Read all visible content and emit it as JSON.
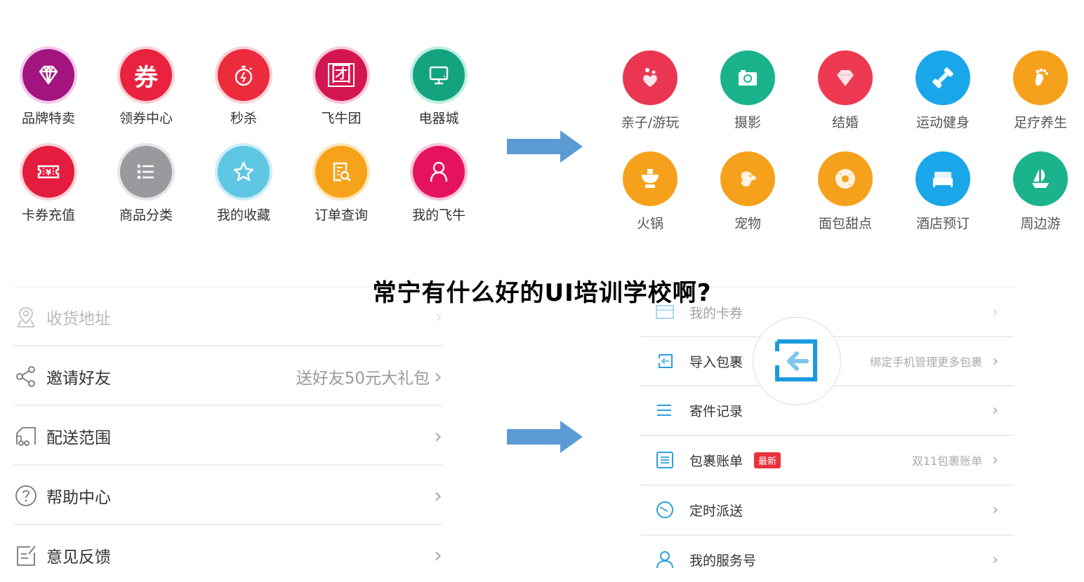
{
  "title": "常宁有什么好的UI培训学校啊?",
  "top_left_grid": {
    "row1": [
      {
        "label": "品牌特卖",
        "icon": "diamond-icon",
        "color": "#a3147e"
      },
      {
        "label": "领券中心",
        "icon": "coupon-char-icon",
        "color": "#e8223f",
        "glyph": "券"
      },
      {
        "label": "秒杀",
        "icon": "stopwatch-icon",
        "color": "#ec2b3c"
      },
      {
        "label": "飞牛团",
        "icon": "group-char-icon",
        "color": "#d41650",
        "glyph": "团"
      },
      {
        "label": "电器城",
        "icon": "monitor-icon",
        "color": "#14a37f"
      }
    ],
    "row2": [
      {
        "label": "卡券充值",
        "icon": "ticket-icon",
        "color": "#e41c3e"
      },
      {
        "label": "商品分类",
        "icon": "list-icon",
        "color": "#9a9a9e"
      },
      {
        "label": "我的收藏",
        "icon": "star-icon",
        "color": "#5fc6e4"
      },
      {
        "label": "订单查询",
        "icon": "order-search-icon",
        "color": "#f6a31b"
      },
      {
        "label": "我的飞牛",
        "icon": "user-icon",
        "color": "#e5135f"
      }
    ]
  },
  "top_right_grid": {
    "row1": [
      {
        "label": "亲子/游玩",
        "icon": "family-icon",
        "color": "#ea3651"
      },
      {
        "label": "摄影",
        "icon": "camera-icon",
        "color": "#1bb38c"
      },
      {
        "label": "结婚",
        "icon": "gem-icon",
        "color": "#ed3a52"
      },
      {
        "label": "运动健身",
        "icon": "dumbbell-icon",
        "color": "#1aa7ea"
      },
      {
        "label": "足疗养生",
        "icon": "foot-icon",
        "color": "#f6a11b"
      }
    ],
    "row2": [
      {
        "label": "火锅",
        "icon": "hotpot-icon",
        "color": "#f6a11b"
      },
      {
        "label": "宠物",
        "icon": "dog-icon",
        "color": "#f6a11b"
      },
      {
        "label": "面包甜点",
        "icon": "donut-icon",
        "color": "#f6a11b"
      },
      {
        "label": "酒店预订",
        "icon": "bed-icon",
        "color": "#1aa7ea"
      },
      {
        "label": "周边游",
        "icon": "sailboat-icon",
        "color": "#1bb38c"
      }
    ]
  },
  "bottom_left_list": [
    {
      "label": "收货地址",
      "icon": "location-pin-icon",
      "right": "",
      "faded": true
    },
    {
      "label": "邀请好友",
      "icon": "share-icon",
      "right": "送好友50元大礼包"
    },
    {
      "label": "配送范围",
      "icon": "delivery-truck-icon",
      "right": ""
    },
    {
      "label": "帮助中心",
      "icon": "help-circle-icon",
      "right": ""
    },
    {
      "label": "意见反馈",
      "icon": "feedback-edit-icon",
      "right": ""
    }
  ],
  "bottom_right_list": [
    {
      "label": "我的卡券",
      "icon": "card-coupon-icon",
      "right": "",
      "faded": true
    },
    {
      "label": "导入包裹",
      "icon": "import-icon",
      "right": "绑定手机管理更多包裹"
    },
    {
      "label": "寄件记录",
      "icon": "menu-lines-icon",
      "right": ""
    },
    {
      "label": "包裹账单",
      "icon": "bill-icon",
      "right": "双11包裹账单",
      "badge": "最新"
    },
    {
      "label": "定时派送",
      "icon": "clock-icon",
      "right": ""
    },
    {
      "label": "我的服务号",
      "icon": "person-icon",
      "right": ""
    }
  ],
  "colors": {
    "arrow": "#5b9bd5",
    "line_icon_gray": "#888888",
    "line_icon_blue": "#2aa0dc",
    "badge_red": "#e8323c"
  }
}
